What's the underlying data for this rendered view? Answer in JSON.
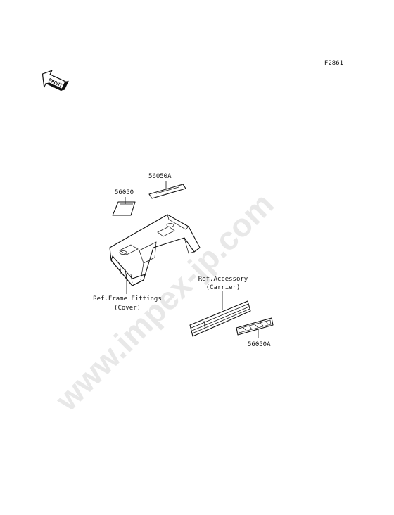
{
  "diagram": {
    "code": "F2861",
    "front_label": "FRONT",
    "watermark": "www.impex-jp.com",
    "labels": {
      "part_56050": "56050",
      "part_56050a_top": "56050A",
      "part_56050a_bottom": "56050A",
      "frame_ref_line1": "Ref.Frame Fittings",
      "frame_ref_line2": "(Cover)",
      "accessory_ref_line1": "Ref.Accessory",
      "accessory_ref_line2": "(Carrier)"
    },
    "colors": {
      "ink": "#111111",
      "watermark": "#e8e8e8",
      "background": "#ffffff"
    }
  }
}
